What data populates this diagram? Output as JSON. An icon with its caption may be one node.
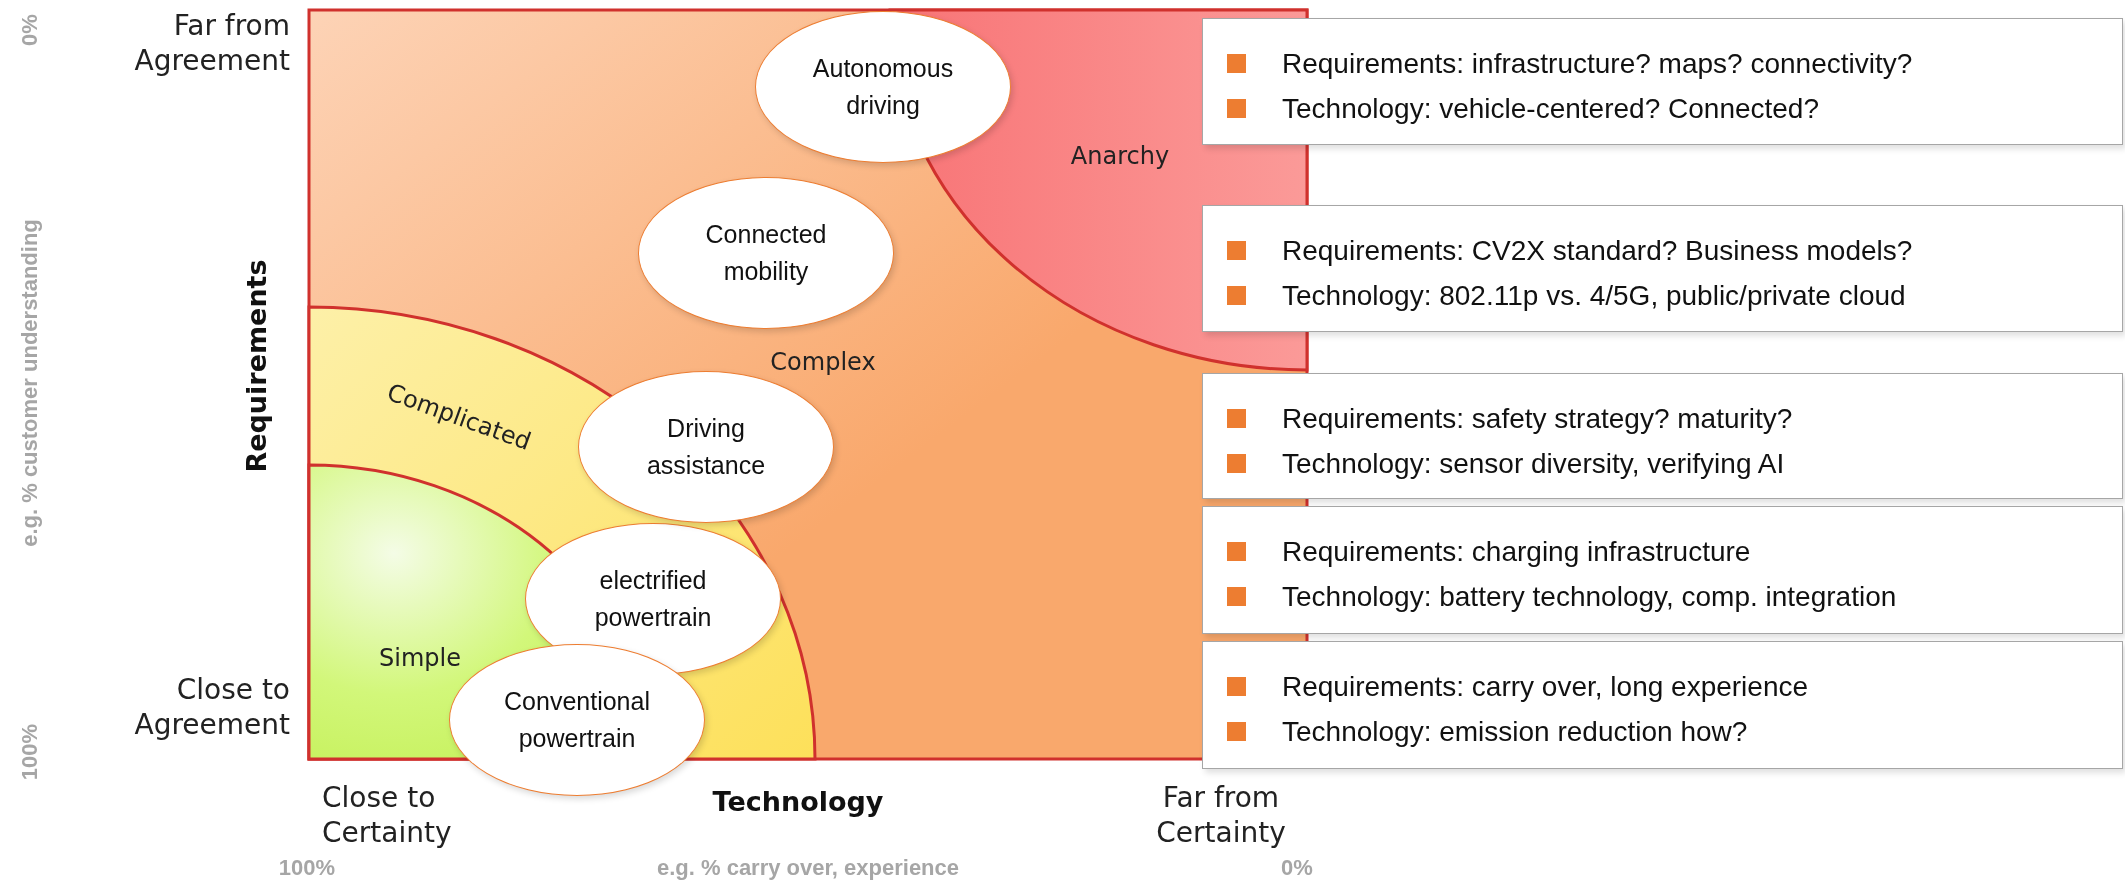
{
  "diagram": {
    "nodes": [
      {
        "text": [
          "Complex"
        ]
      },
      {
        "text": [
          "Anarchy"
        ],
        "in": 0
      },
      {
        "text": [
          "Complicated"
        ],
        "in": 0
      },
      {
        "text": [
          "Simple"
        ],
        "in": 2
      },
      {
        "text": [
          "Autonomous driving"
        ],
        "in": 0
      },
      {
        "text": [
          "Connected mobility"
        ],
        "in": 0
      },
      {
        "text": [
          "Driving assistance"
        ],
        "in": 0
      },
      {
        "text": [
          "electrified powertrain"
        ],
        "in": 2
      },
      {
        "text": [
          "Conventional powertrain"
        ]
      },
      {
        "text": [
          "Requirements: infrastructure? maps? connectivity?",
          "Technology: vehicle-centered? Connected?"
        ]
      },
      {
        "text": [
          "Requirements: CV2X standard? Business models?",
          "Technology: 802.11p vs. 4/5G, public/private cloud"
        ]
      },
      {
        "text": [
          "Requirements: safety strategy? maturity?",
          "Technology: sensor diversity, verifying AI"
        ]
      },
      {
        "text": [
          "Requirements: charging infrastructure",
          "Technology: battery technology, comp. integration"
        ]
      },
      {
        "text": [
          "Requirements: carry over, long experience",
          "Technology: emission reduction how?"
        ]
      }
    ],
    "labels": [
      "0%",
      "Far from Agreement",
      "e.g. % customer understanding",
      "Requirements",
      "Close to Agreement",
      "100%",
      "Close to Certainty",
      "Technology",
      "Far from Certainty",
      "100%",
      "e.g. % carry over, experience",
      "0%"
    ]
  }
}
